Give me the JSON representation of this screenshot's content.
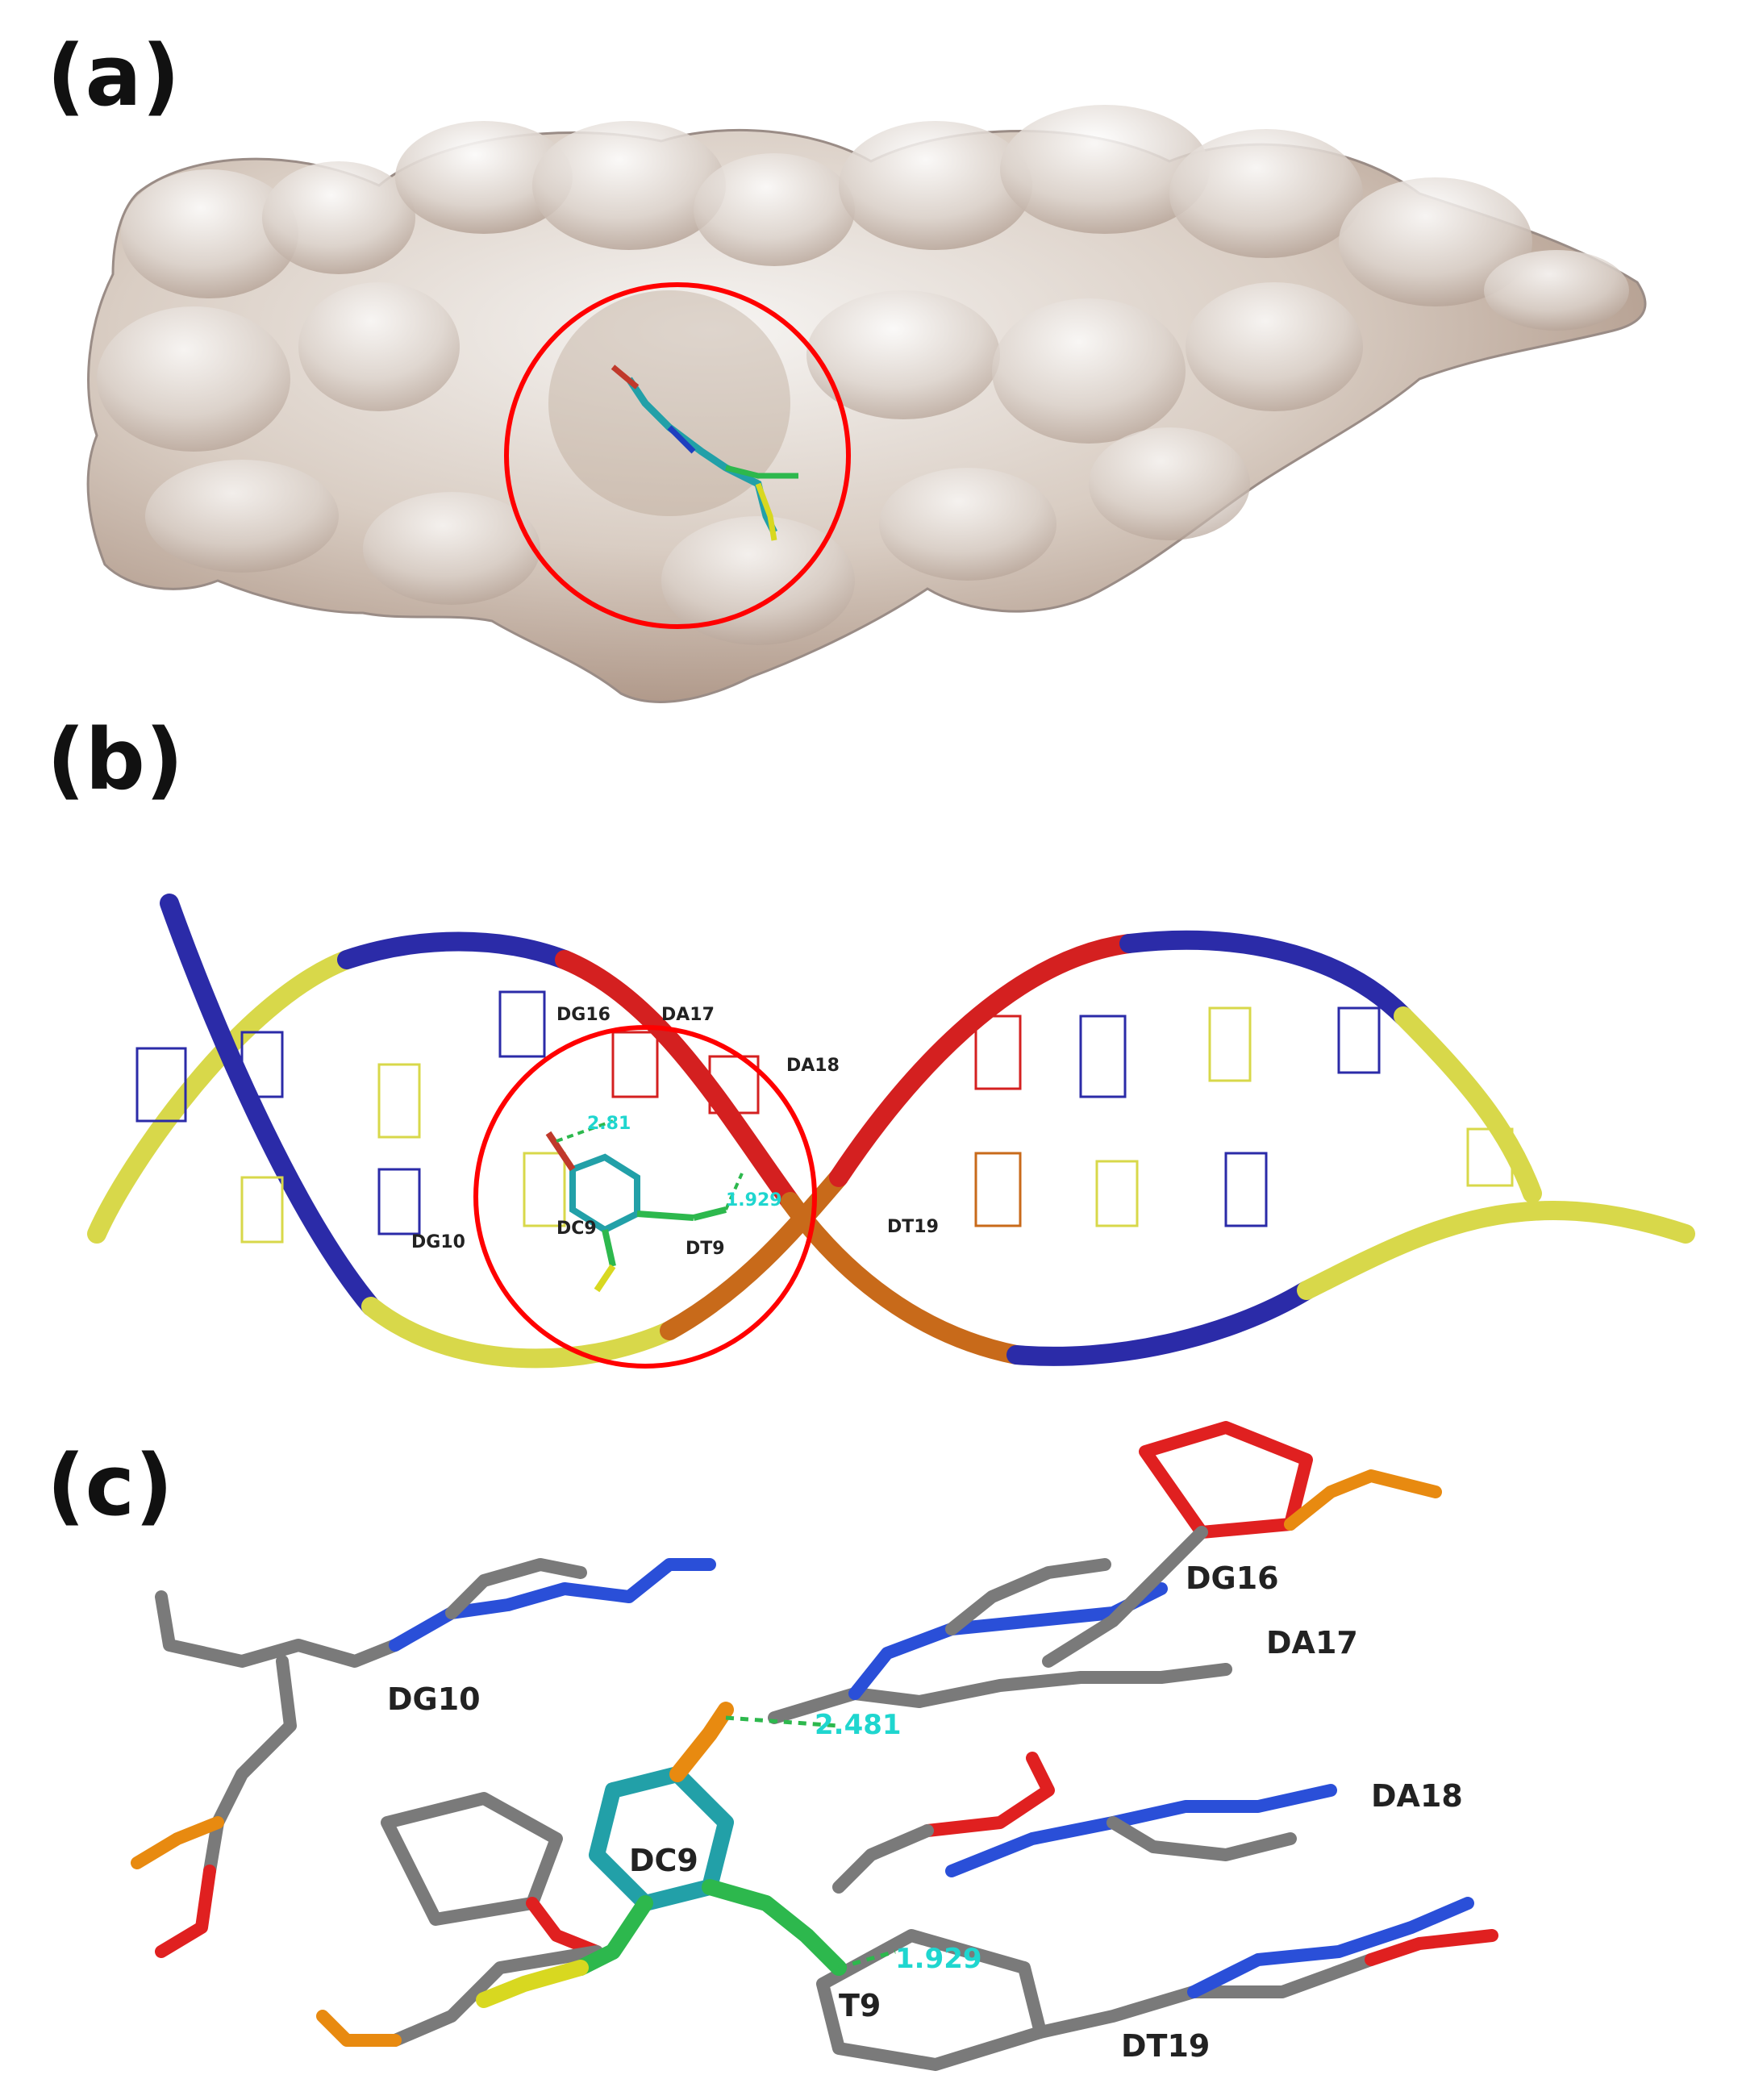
{
  "panels": {
    "a": {
      "label": "(a)"
    },
    "b": {
      "label": "(b)",
      "residues": [
        "DG16",
        "DA17",
        "DA18",
        "DC9",
        "DT9",
        "DT19",
        "DG10"
      ],
      "distances": [
        "2.81",
        "1.929"
      ]
    },
    "c": {
      "label": "(c)",
      "residues": [
        "DG16",
        "DA17",
        "DA18",
        "DG10",
        "DC9",
        "DT19",
        "T9"
      ],
      "distances": [
        "2.481",
        "1.929"
      ]
    }
  },
  "colors": {
    "surface": "#d6c8bd",
    "highlight_circle": "#ff0000",
    "backbone_yellow": "#d8d84a",
    "backbone_blue": "#2b2ba8",
    "backbone_red": "#d42020",
    "backbone_orange": "#c86a1a",
    "ligand": "#22a0a8",
    "distance_label": "#1fd6cf",
    "carbon": "#7a7a7a",
    "oxygen": "#e02020",
    "nitrogen": "#2a4fd8",
    "phosphorus": "#e88a10",
    "sulfur": "#d8d820"
  }
}
